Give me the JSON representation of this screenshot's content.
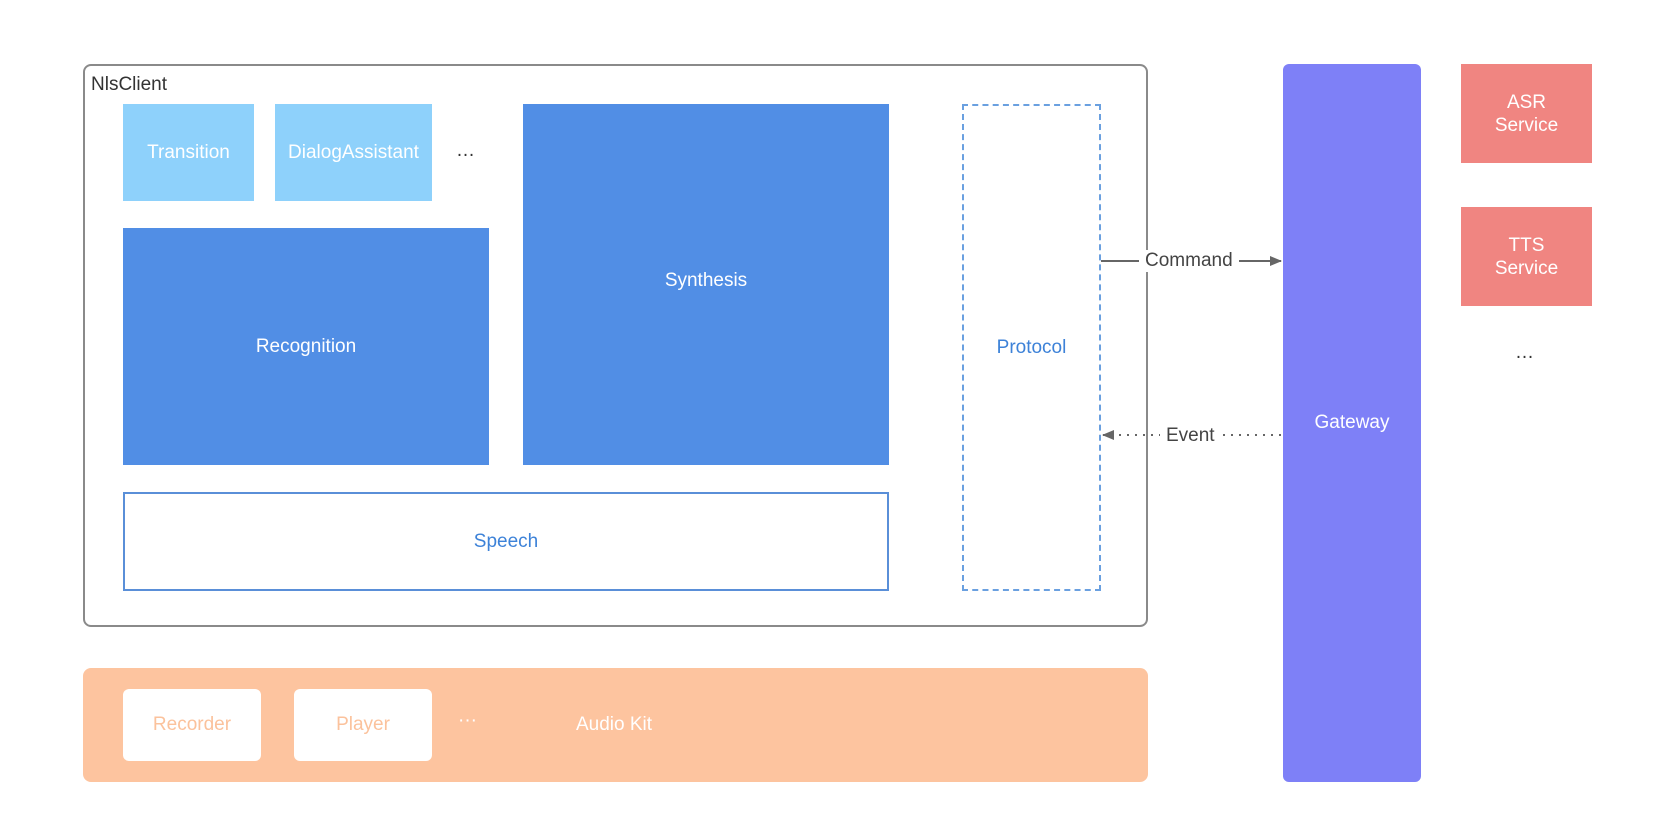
{
  "nlsclient": {
    "label": "NlsClient",
    "modules": {
      "transition": "Transition",
      "dialog_assistant": "DialogAssistant",
      "more": "…",
      "recognition": "Recognition",
      "synthesis": "Synthesis",
      "speech": "Speech",
      "protocol": "Protocol"
    }
  },
  "audio_kit": {
    "label": "Audio Kit",
    "items": {
      "recorder": "Recorder",
      "player": "Player",
      "more": "···"
    }
  },
  "gateway": {
    "label": "Gateway"
  },
  "connections": {
    "command": "Command",
    "event": "Event"
  },
  "services": {
    "asr": [
      "ASR",
      "Service"
    ],
    "tts": [
      "TTS",
      "Service"
    ],
    "more": "…"
  },
  "colors": {
    "light_module": "#8ed1fb",
    "dark_module": "#518ee5",
    "audio_kit": "#fdc49f",
    "gateway": "#7e80f7",
    "service": "#f08581",
    "protocol_border": "#6aa0e0"
  }
}
